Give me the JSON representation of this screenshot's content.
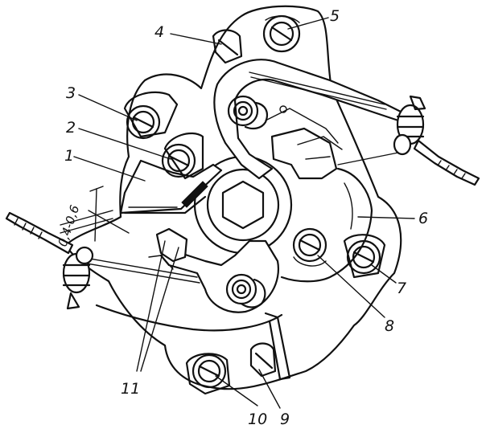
{
  "figure": {
    "labels": {
      "l1": "1",
      "l2": "2",
      "l3": "3",
      "l4": "4",
      "l5": "5",
      "l6": "6",
      "l7": "7",
      "l8": "8",
      "l9": "9",
      "l10": "10",
      "l11": "11"
    },
    "gap_dimension": "0,4-0,6"
  }
}
